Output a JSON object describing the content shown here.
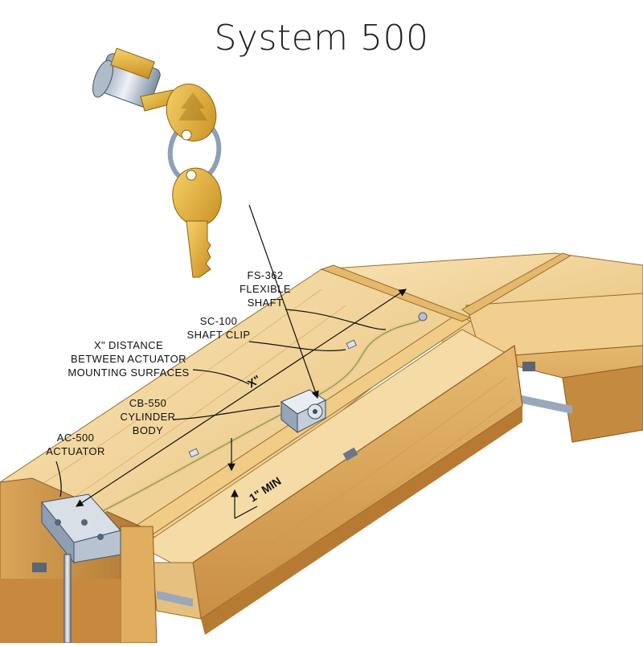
{
  "title": "System 500",
  "labels": {
    "fs362": [
      "FS-362",
      "FLEXIBLE",
      "SHAFT"
    ],
    "sc100": [
      "SC-100",
      "SHAFT CLIP"
    ],
    "xdist": [
      "X\" DISTANCE",
      "BETWEEN ACTUATOR",
      "MOUNTING SURFACES"
    ],
    "cb550": [
      "CB-550",
      "CYLINDER",
      "BODY"
    ],
    "ac500": [
      "AC-500",
      "ACTUATOR"
    ],
    "x_mark": "X\"",
    "min_mark": "1\" MIN"
  },
  "colors": {
    "wood_light": "#f3d49a",
    "wood_mid": "#e2b36a",
    "wood_dark": "#b57f3a",
    "brass": "#e8b43a",
    "steel": "#c9ced6"
  }
}
